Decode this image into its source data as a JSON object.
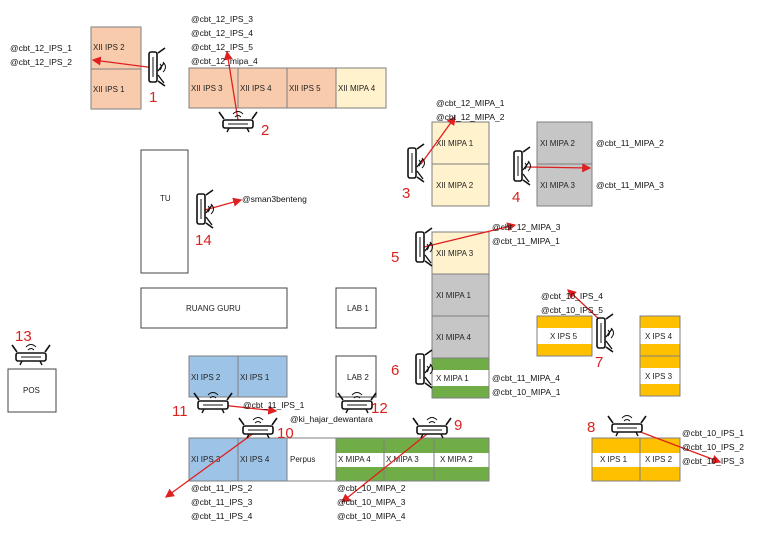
{
  "colors": {
    "orange": "#f8cbad",
    "cream": "#fff2cc",
    "gray": "#c6c6c6",
    "blue": "#9dc3e6",
    "green": "#70ad47",
    "gold": "#ffc000",
    "white": "#ffffff",
    "link": "#e02020",
    "number": "#d8231f"
  },
  "rooms": [
    {
      "id": "xii-ips-2",
      "label": "XII IPS 2",
      "fill": "orange"
    },
    {
      "id": "xii-ips-1",
      "label": "XII IPS 1",
      "fill": "orange"
    },
    {
      "id": "xii-ips-3",
      "label": "XII IPS 3",
      "fill": "orange"
    },
    {
      "id": "xii-ips-4",
      "label": "XII IPS 4",
      "fill": "orange"
    },
    {
      "id": "xii-ips-5",
      "label": "XII IPS 5",
      "fill": "orange"
    },
    {
      "id": "xii-mipa-4",
      "label": "XII MIPA 4",
      "fill": "cream"
    },
    {
      "id": "xii-mipa-1",
      "label": "XII MIPA 1",
      "fill": "cream"
    },
    {
      "id": "xii-mipa-2",
      "label": "XII MIPA 2",
      "fill": "cream"
    },
    {
      "id": "xi-mipa-2",
      "label": "XI MIPA 2",
      "fill": "gray"
    },
    {
      "id": "xi-mipa-3",
      "label": "XI MIPA 3",
      "fill": "gray"
    },
    {
      "id": "tu",
      "label": "TU",
      "fill": "white"
    },
    {
      "id": "xii-mipa-3",
      "label": "XII MIPA 3",
      "fill": "cream"
    },
    {
      "id": "xi-mipa-1",
      "label": "XI MIPA 1",
      "fill": "gray"
    },
    {
      "id": "xi-mipa-4",
      "label": "XI MIPA 4",
      "fill": "gray"
    },
    {
      "id": "x-mipa-1",
      "label": "X MIPA 1",
      "fill": "band"
    },
    {
      "id": "ruang-guru",
      "label": "RUANG GURU",
      "fill": "white"
    },
    {
      "id": "lab-1",
      "label": "LAB 1",
      "fill": "white"
    },
    {
      "id": "lab-2",
      "label": "LAB 2",
      "fill": "white"
    },
    {
      "id": "xi-ips-2",
      "label": "XI IPS 2",
      "fill": "blue"
    },
    {
      "id": "xi-ips-1",
      "label": "XI IPS 1",
      "fill": "blue"
    },
    {
      "id": "pos",
      "label": "POS",
      "fill": "white"
    },
    {
      "id": "xi-ips-3",
      "label": "XI IPS 3",
      "fill": "blue"
    },
    {
      "id": "xi-ips-4",
      "label": "XI IPS 4",
      "fill": "blue"
    },
    {
      "id": "perpus",
      "label": "Perpus",
      "fill": "white"
    },
    {
      "id": "x-mipa-4",
      "label": "X MIPA 4",
      "fill": "band"
    },
    {
      "id": "x-mipa-3",
      "label": "X MIPA 3",
      "fill": "band"
    },
    {
      "id": "x-mipa-2",
      "label": "X MIPA 2",
      "fill": "band"
    },
    {
      "id": "x-ips-5",
      "label": "X IPS 5",
      "fill": "goldband"
    },
    {
      "id": "x-ips-4",
      "label": "X IPS 4",
      "fill": "goldband"
    },
    {
      "id": "x-ips-3",
      "label": "X IPS 3",
      "fill": "goldband"
    },
    {
      "id": "x-ips-1",
      "label": "X IPS 1",
      "fill": "goldband"
    },
    {
      "id": "x-ips-2",
      "label": "X IPS 2",
      "fill": "goldband"
    }
  ],
  "access_points": [
    {
      "number": "1"
    },
    {
      "number": "2"
    },
    {
      "number": "3"
    },
    {
      "number": "4"
    },
    {
      "number": "5"
    },
    {
      "number": "6"
    },
    {
      "number": "7"
    },
    {
      "number": "8"
    },
    {
      "number": "9"
    },
    {
      "number": "10"
    },
    {
      "number": "11"
    },
    {
      "number": "12"
    },
    {
      "number": "13"
    },
    {
      "number": "14"
    }
  ],
  "ssid_labels": [
    "@cbt_12_IPS_1",
    "@cbt_12_IPS_2",
    "@cbt_12_IPS_3",
    "@cbt_12_IPS_4",
    "@cbt_12_IPS_5",
    "@cbt_12_mipa_4",
    "@cbt_12_MIPA_1",
    "@cbt_12_MIPA_2",
    "@cbt_11_MIPA_2",
    "@cbt_11_MIPA_3",
    "@sman3benteng",
    "@cbt_12_MIPA_3",
    "@cbt_11_MIPA_1",
    "@cbt_10_IPS_4",
    "@cbt_10_IPS_5",
    "@cbt_11_MIPA_4",
    "@cbt_10_MIPA_1",
    "@cbt_11_IPS_1",
    "@ki_hajar_dewantara",
    "@cbt_10_IPS_1",
    "@cbt_10_IPS_2",
    "@cbt_10_IPS_3",
    "@cbt_11_IPS_2",
    "@cbt_11_IPS_3",
    "@cbt_11_IPS_4",
    "@cbt_10_MIPA_2",
    "@cbt_10_MIPA_3",
    "@cbt_10_MIPA_4"
  ]
}
